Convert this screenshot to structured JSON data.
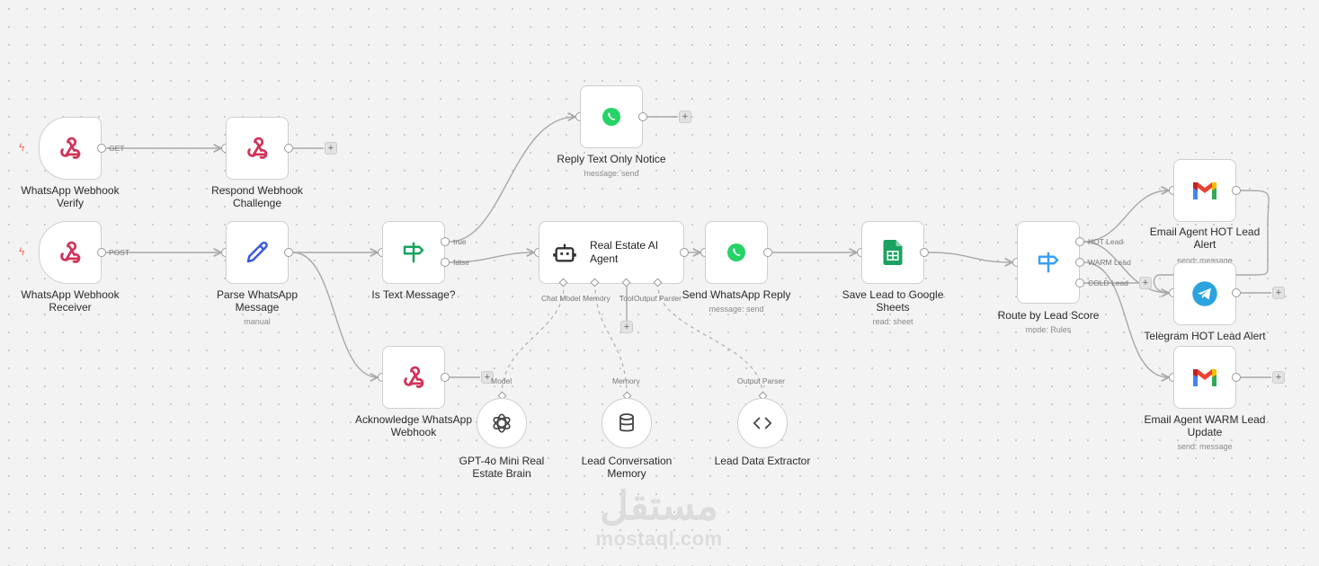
{
  "colors": {
    "webhook": "#d0345a",
    "whatsapp": "#25d366",
    "edit": "#3b5bdb",
    "sheets": "#1aa260",
    "switch": "#3aa0f5",
    "telegram": "#2aa3df",
    "edge": "#a8a8a8"
  },
  "nodes": {
    "webhook_verify": {
      "title": "WhatsApp Webhook Verify",
      "port": "GET",
      "icon": "webhook-icon"
    },
    "respond_challenge": {
      "title": "Respond Webhook Challenge",
      "icon": "webhook-icon"
    },
    "webhook_receiver": {
      "title": "WhatsApp Webhook Receiver",
      "port": "POST",
      "icon": "webhook-icon"
    },
    "parse_message": {
      "title": "Parse WhatsApp Message",
      "subtitle": "manual",
      "icon": "pencil-icon"
    },
    "is_text": {
      "title": "Is Text Message?",
      "port_true": "true",
      "port_false": "false",
      "icon": "signpost-icon"
    },
    "reply_text_only": {
      "title": "Reply Text Only Notice",
      "subtitle": "message: send",
      "icon": "whatsapp-icon"
    },
    "ai_agent": {
      "title": "Real Estate AI Agent",
      "port_chat": "Chat Model",
      "port_memory": "Memory",
      "port_tool": "Tool",
      "port_parser": "Output Parser",
      "icon": "robot-icon"
    },
    "send_reply": {
      "title": "Send WhatsApp Reply",
      "subtitle": "message: send",
      "icon": "whatsapp-icon"
    },
    "save_sheets": {
      "title": "Save Lead to Google Sheets",
      "subtitle": "read: sheet",
      "icon": "sheets-icon"
    },
    "route_score": {
      "title": "Route by Lead Score",
      "subtitle": "mode: Rules",
      "port_hot": "HOT Lead",
      "port_warm": "WARM Lead",
      "port_cold": "COLD Lead",
      "icon": "signpost-icon"
    },
    "email_hot": {
      "title": "Email Agent HOT Lead Alert",
      "subtitle": "send: message",
      "icon": "gmail-icon"
    },
    "telegram_hot": {
      "title": "Telegram HOT Lead Alert",
      "subtitle": "send: message",
      "icon": "telegram-icon"
    },
    "email_warm": {
      "title": "Email Agent WARM Lead Update",
      "subtitle": "send: message",
      "icon": "gmail-icon"
    },
    "acknowledge": {
      "title": "Acknowledge WhatsApp Webhook",
      "icon": "webhook-icon"
    },
    "gpt_model": {
      "title": "GPT-4o Mini Real Estate Brain",
      "port": "Model",
      "icon": "openai-icon"
    },
    "memory": {
      "title": "Lead Conversation Memory",
      "port": "Memory",
      "icon": "database-icon"
    },
    "extractor": {
      "title": "Lead Data Extractor",
      "port": "Output Parser",
      "icon": "code-icon"
    }
  },
  "watermark": {
    "arabic": "مستقل",
    "latin": "mostaql.com"
  }
}
